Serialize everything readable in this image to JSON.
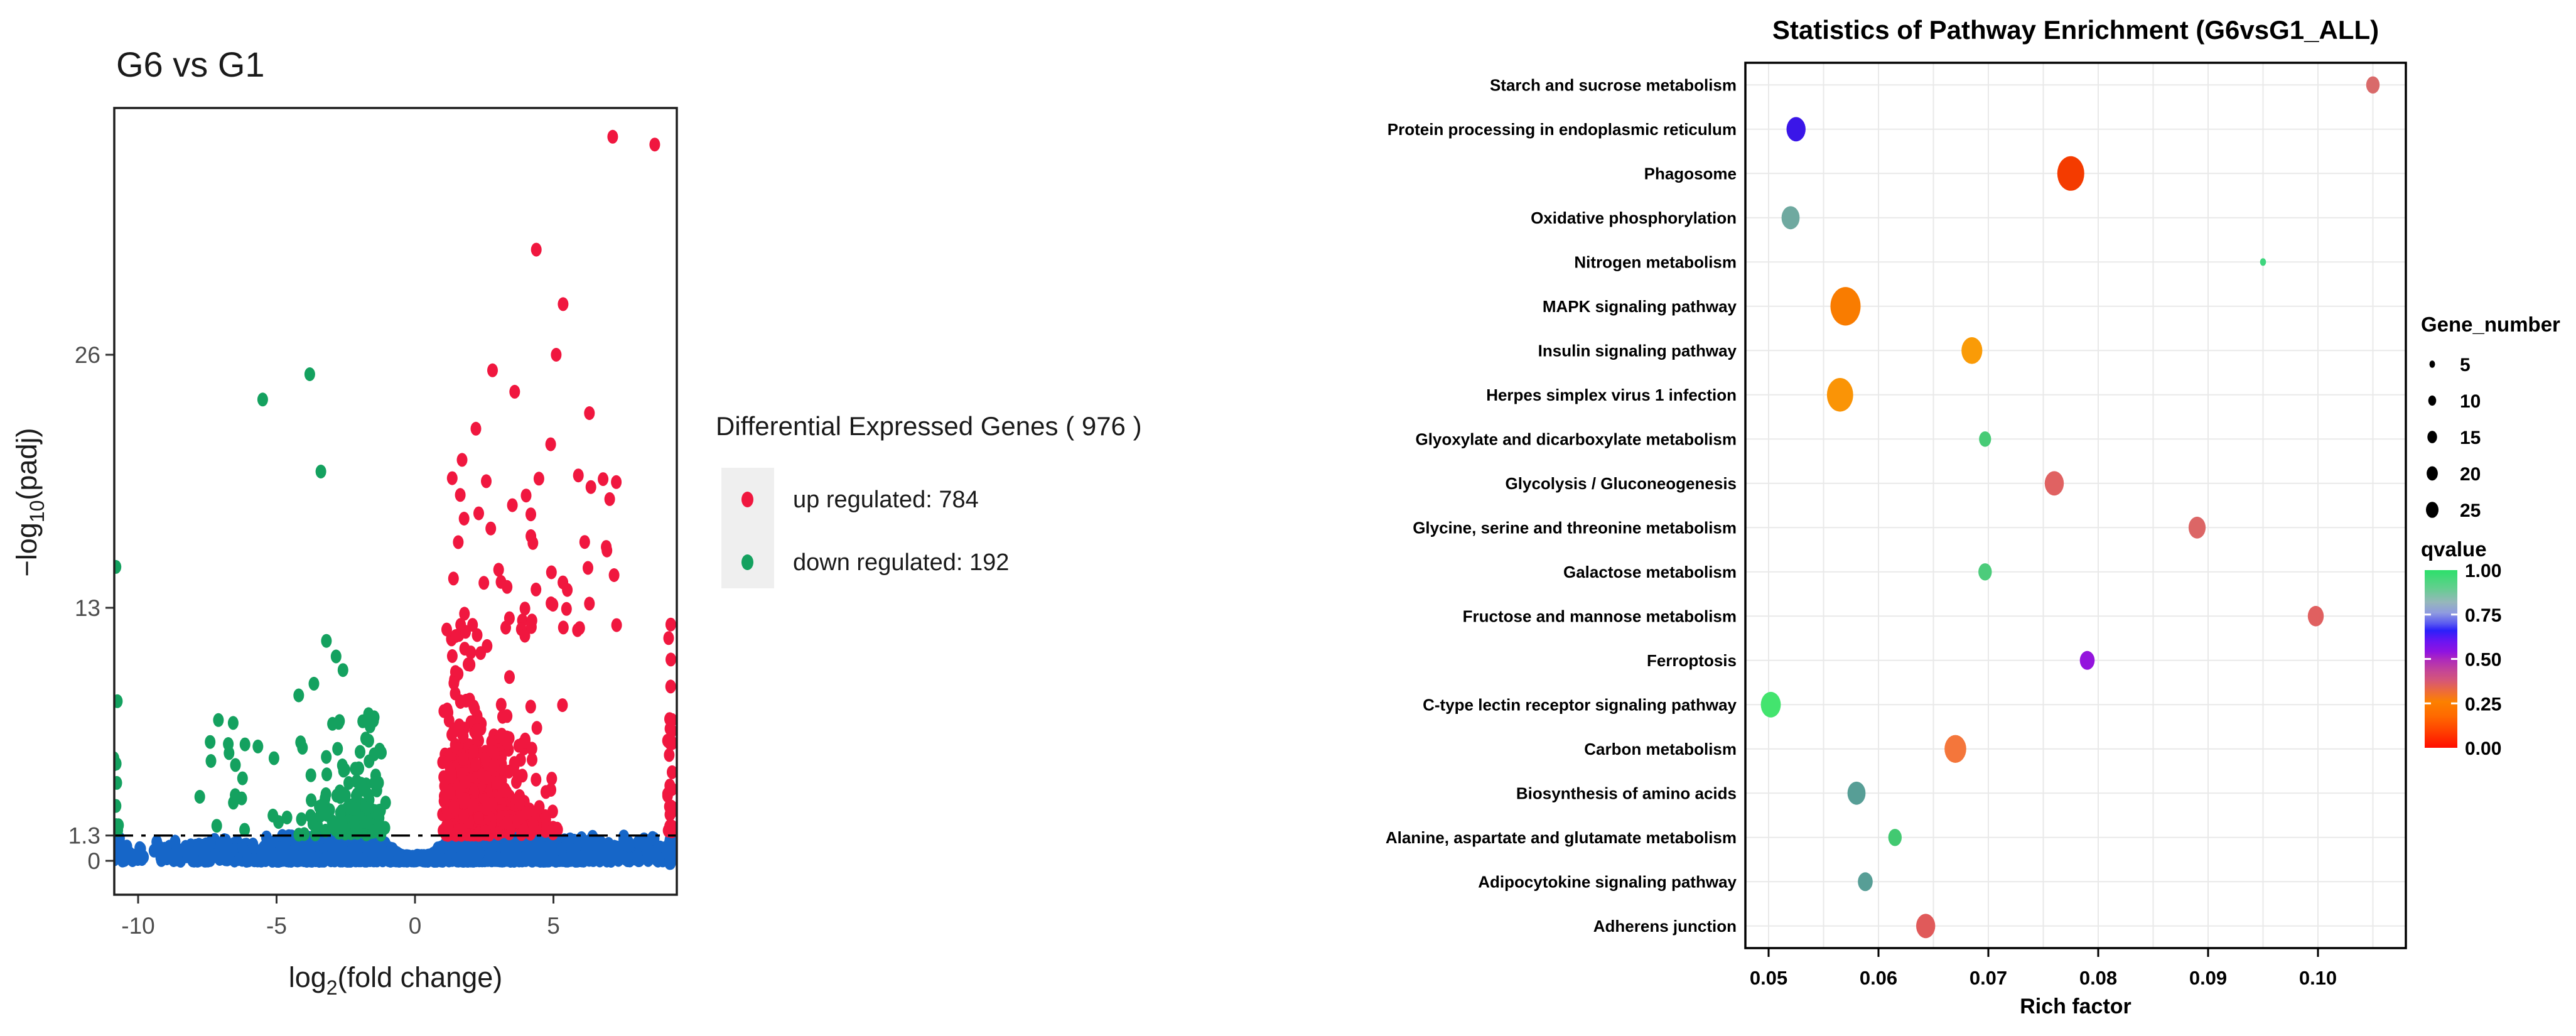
{
  "figure": {
    "background": "#ffffff"
  },
  "chart_data": [
    {
      "type": "scatter",
      "name": "volcano",
      "title": "G6 vs G1",
      "xlabel": {
        "pre": "log",
        "sub": "2",
        "post": "(fold change)"
      },
      "ylabel": {
        "pre": "−log",
        "sub": "10",
        "post": "(padj)"
      },
      "x_ticks": [
        {
          "v": -10,
          "label": "-10"
        },
        {
          "v": -5,
          "label": "-5"
        },
        {
          "v": 0,
          "label": "0"
        },
        {
          "v": 5,
          "label": "5"
        }
      ],
      "y_ticks": [
        {
          "v": 0,
          "label": "0"
        },
        {
          "v": 1.3,
          "label": "1.3"
        },
        {
          "v": 13,
          "label": "13"
        },
        {
          "v": 26,
          "label": "26"
        }
      ],
      "xlim": [
        -10.88,
        9.3
      ],
      "ylim": [
        -1.75,
        38.7
      ],
      "threshold_line": {
        "y": 1.3,
        "style": "dash-dot",
        "color": "#000000"
      },
      "colors": {
        "up": "#F0173F",
        "down": "#14A15F",
        "nonsig": "#1666C8",
        "tick_text": "#4d4d4d",
        "axis": "#1f1f1f"
      },
      "legend": {
        "title": "Differential Expressed Genes ( 976 )",
        "items": [
          {
            "label": "up regulated: 784",
            "color": "#F0173F"
          },
          {
            "label": "down regulated: 192",
            "color": "#14A15F"
          }
        ]
      },
      "total_genes_shown": 976,
      "up_count": 784,
      "down_count": 192,
      "generation": {
        "seed": 20240613,
        "clusters": [
          {
            "color": "nonsig",
            "n": 2450,
            "kind": "band",
            "x_core": [
              -5.2,
              6.6
            ],
            "x_mid": [
              -8.8,
              9.0
            ],
            "x_full": [
              -10.85,
              9.4
            ],
            "y_sigma": 0.5,
            "y_max": 1.28,
            "notch_ymin": 0.28,
            "notch_base": 0.3,
            "notch_slope": 0.8
          },
          {
            "color": "nonsig",
            "n": 28,
            "kind": "uniform",
            "x": [
              9.18,
              9.34
            ],
            "y": [
              -0.12,
              1.25
            ]
          },
          {
            "color": "up",
            "n": 620,
            "kind": "volcano_dense",
            "x0": 0.95,
            "x_spread": 1.5,
            "x_cap": 6.9,
            "y0": 1.33,
            "y_mean": 2.0,
            "y_cap": 11.5
          },
          {
            "color": "up",
            "n": 55,
            "kind": "decay_band",
            "x": [
              1.0,
              7.3
            ],
            "y0": 11.5,
            "y_range": 9.0,
            "pow": 1.7
          },
          {
            "color": "up",
            "n": 26,
            "kind": "uniform",
            "x": [
              9.12,
              9.3
            ],
            "y": [
              1.4,
              8.6
            ]
          },
          {
            "color": "up",
            "n": 4,
            "kind": "uniform",
            "x": [
              9.15,
              9.28
            ],
            "y": [
              8.8,
              12.5
            ]
          },
          {
            "color": "down",
            "n": 135,
            "kind": "volcano_dense",
            "x0": -0.95,
            "x_spread": -1.55,
            "x_cap": -7.6,
            "y0": 1.33,
            "y_mean": 1.7,
            "y_cap": 8.0
          },
          {
            "color": "down",
            "n": 28,
            "kind": "decay_band",
            "x": [
              -7.8,
              -1.2
            ],
            "y0": 1.4,
            "y_range": 6.0,
            "pow": 1.6
          },
          {
            "color": "down",
            "n": 8,
            "kind": "uniform",
            "x": [
              -10.9,
              -10.68
            ],
            "y": [
              1.5,
              5.6
            ]
          }
        ],
        "outliers": {
          "up": [
            [
              7.14,
              37.2
            ],
            [
              8.66,
              36.8
            ],
            [
              4.38,
              31.4
            ],
            [
              5.35,
              28.6
            ],
            [
              5.1,
              26.0
            ],
            [
              2.8,
              25.2
            ],
            [
              3.6,
              24.1
            ],
            [
              6.3,
              23.0
            ],
            [
              2.2,
              22.2
            ],
            [
              4.9,
              21.4
            ],
            [
              1.7,
              20.6
            ],
            [
              5.9,
              19.8
            ]
          ],
          "down": [
            [
              -3.8,
              25.0
            ],
            [
              -5.5,
              23.7
            ],
            [
              -3.4,
              20.0
            ],
            [
              -10.8,
              15.1
            ],
            [
              -10.75,
              8.2
            ],
            [
              -3.2,
              11.3
            ],
            [
              -2.85,
              10.5
            ],
            [
              -2.6,
              9.8
            ],
            [
              -3.65,
              9.1
            ],
            [
              -4.2,
              8.5
            ]
          ]
        }
      }
    },
    {
      "type": "bubble",
      "name": "pathway_enrichment",
      "title": "Statistics of Pathway Enrichment (G6vsG1_ALL)",
      "xlabel": "Rich factor",
      "x_ticks": [
        {
          "v": 0.05,
          "label": "0.05"
        },
        {
          "v": 0.06,
          "label": "0.06"
        },
        {
          "v": 0.07,
          "label": "0.07"
        },
        {
          "v": 0.08,
          "label": "0.08"
        },
        {
          "v": 0.09,
          "label": "0.09"
        },
        {
          "v": 0.1,
          "label": "0.10"
        }
      ],
      "xlim": [
        0.0479,
        0.108
      ],
      "gridline_step": 0.005,
      "grid_color": "#e9e9e9",
      "rows": [
        {
          "pathway": "Starch and sucrose metabolism",
          "rich_factor": 0.105,
          "gene_number": 5,
          "qvalue": 0.4,
          "color": "#D96A6A"
        },
        {
          "pathway": "Protein processing in endoplasmic reticulum",
          "rich_factor": 0.0525,
          "gene_number": 10,
          "qvalue": 0.7,
          "color": "#3A16E8"
        },
        {
          "pathway": "Phagosome",
          "rich_factor": 0.0775,
          "gene_number": 20,
          "qvalue": 0.08,
          "color": "#F43B00"
        },
        {
          "pathway": "Oxidative phosphorylation",
          "rich_factor": 0.052,
          "gene_number": 9,
          "qvalue": 0.85,
          "color": "#6FA9A0"
        },
        {
          "pathway": "Nitrogen metabolism",
          "rich_factor": 0.095,
          "gene_number": 1,
          "qvalue": 0.93,
          "color": "#3FD67E"
        },
        {
          "pathway": "MAPK signaling pathway",
          "rich_factor": 0.057,
          "gene_number": 25,
          "qvalue": 0.18,
          "color": "#F97C00"
        },
        {
          "pathway": "Insulin signaling pathway",
          "rich_factor": 0.0685,
          "gene_number": 12,
          "qvalue": 0.24,
          "color": "#FA9B07"
        },
        {
          "pathway": "Herpes simplex virus 1 infection",
          "rich_factor": 0.0565,
          "gene_number": 19,
          "qvalue": 0.22,
          "color": "#FA9406"
        },
        {
          "pathway": "Glyoxylate and dicarboxylate metabolism",
          "rich_factor": 0.0697,
          "gene_number": 4,
          "qvalue": 0.95,
          "color": "#47CB76"
        },
        {
          "pathway": "Glycolysis / Gluconeogenesis",
          "rich_factor": 0.076,
          "gene_number": 10,
          "qvalue": 0.4,
          "color": "#E06262"
        },
        {
          "pathway": "Glycine, serine and threonine metabolism",
          "rich_factor": 0.089,
          "gene_number": 8,
          "qvalue": 0.42,
          "color": "#DC6666"
        },
        {
          "pathway": "Galactose metabolism",
          "rich_factor": 0.0697,
          "gene_number": 5,
          "qvalue": 0.95,
          "color": "#4CCC7B"
        },
        {
          "pathway": "Fructose and mannose metabolism",
          "rich_factor": 0.0998,
          "gene_number": 7,
          "qvalue": 0.41,
          "color": "#E06060"
        },
        {
          "pathway": "Ferroptosis",
          "rich_factor": 0.079,
          "gene_number": 6,
          "qvalue": 0.56,
          "color": "#9414DD"
        },
        {
          "pathway": "C-type lectin receptor signaling pathway",
          "rich_factor": 0.0502,
          "gene_number": 11,
          "qvalue": 1.0,
          "color": "#43E46E"
        },
        {
          "pathway": "Carbon metabolism",
          "rich_factor": 0.067,
          "gene_number": 13,
          "qvalue": 0.3,
          "color": "#F4763B"
        },
        {
          "pathway": "Biosynthesis of amino acids",
          "rich_factor": 0.058,
          "gene_number": 9,
          "qvalue": 0.87,
          "color": "#579E96"
        },
        {
          "pathway": "Alanine, aspartate and glutamate metabolism",
          "rich_factor": 0.0615,
          "gene_number": 5,
          "qvalue": 0.96,
          "color": "#42C971"
        },
        {
          "pathway": "Adipocytokine signaling pathway",
          "rich_factor": 0.0588,
          "gene_number": 6,
          "qvalue": 0.87,
          "color": "#579E96"
        },
        {
          "pathway": "Adherens junction",
          "rich_factor": 0.0643,
          "gene_number": 10,
          "qvalue": 0.38,
          "color": "#E05A5A"
        }
      ],
      "legend_size": {
        "title": "Gene_number",
        "values": [
          5,
          10,
          15,
          20,
          25
        ],
        "dot_color": "#000000"
      },
      "legend_color": {
        "title": "qvalue",
        "tick_labels": [
          "1.00",
          "0.75",
          "0.50",
          "0.25",
          "0.00"
        ],
        "gradient": [
          [
            0.0,
            "#2CE06A"
          ],
          [
            0.1,
            "#62CF8E"
          ],
          [
            0.18,
            "#96B7BB"
          ],
          [
            0.24,
            "#8F9BDF"
          ],
          [
            0.3,
            "#5A5AF0"
          ],
          [
            0.34,
            "#2B20FA"
          ],
          [
            0.4,
            "#6A15F2"
          ],
          [
            0.46,
            "#9013E0"
          ],
          [
            0.5,
            "#AC28BE"
          ],
          [
            0.56,
            "#C2439A"
          ],
          [
            0.62,
            "#D55678"
          ],
          [
            0.68,
            "#EC6B3C"
          ],
          [
            0.74,
            "#FC8000"
          ],
          [
            0.82,
            "#FF6A00"
          ],
          [
            0.9,
            "#FF4400"
          ],
          [
            1.0,
            "#FF0D00"
          ]
        ]
      }
    }
  ]
}
